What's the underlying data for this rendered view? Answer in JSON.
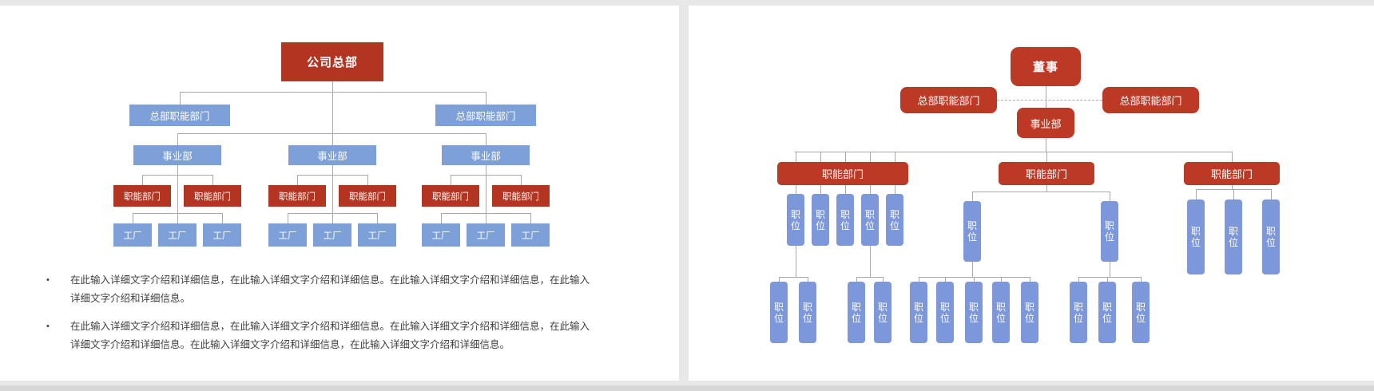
{
  "left_slide": {
    "chart": {
      "type": "org-tree",
      "root": "公司总部",
      "level2": [
        "总部职能部门",
        "总部职能部门"
      ],
      "level3": [
        "事业部",
        "事业部",
        "事业部"
      ],
      "dept_label": "职能部门",
      "factory_label": "工厂",
      "structure": "公司总部 → 2×总部职能部门; 公司总部 → 3×事业部; 每个事业部 → 2×职能部门 和 3×工厂"
    },
    "bullets": [
      "在此输入详细文字介绍和详细信息，在此输入详细文字介绍和详细信息。在此输入详细文字介绍和详细信息，在此输入详细文字介绍和详细信息。",
      "在此输入详细文字介绍和详细信息，在此输入详细文字介绍和详细信息。在此输入详细文字介绍和详细信息，在此输入详细文字介绍和详细信息。在此输入详细文字介绍和详细信息，在此输入详细文字介绍和详细信息。"
    ]
  },
  "right_slide": {
    "chart": {
      "type": "org-tree",
      "root": "董事",
      "staff": [
        "总部职能部门",
        "总部职能部门"
      ],
      "division": "事业部",
      "dept_label": "职能部门",
      "position_label": "职位",
      "structure": "董事 → (虚线) 2×总部职能部门; 董事 → 事业部 → 3×职能部门; 左职能部门 → 5×职位(第1、4个各辖2×职位); 中职能部门 → 2×职位(分别辖5×职位和3×职位); 右职能部门 → 3×职位"
    }
  },
  "colors": {
    "red_left": "#b23421",
    "red_right": "#bc3a25",
    "blue_left": "#7da0d8",
    "blue_right": "#7d97db",
    "connector": "#a9a9a9",
    "slide_bg": "#ffffff",
    "canvas_bg": "#e8e8e8",
    "text": "#404040"
  }
}
